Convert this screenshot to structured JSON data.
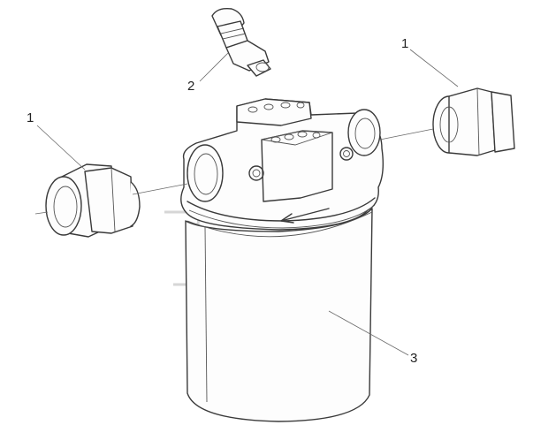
{
  "callouts": {
    "left_fitting": "1",
    "right_fitting": "1",
    "sensor": "2",
    "filter_element": "3"
  },
  "colors": {
    "line": "#3a3a3a",
    "leader": "#6a6a6a",
    "watermark": "#d6d6d6",
    "background": "#ffffff"
  }
}
